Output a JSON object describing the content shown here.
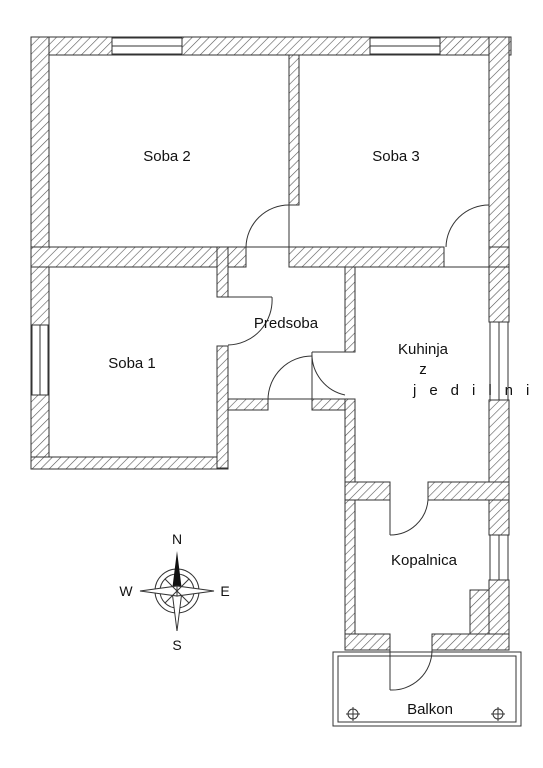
{
  "rooms": {
    "soba2": "Soba 2",
    "soba3": "Soba 3",
    "soba1": "Soba 1",
    "predsoba": "Predsoba",
    "kuhinja_line1": "Kuhinja",
    "kuhinja_line2": "z",
    "kuhinja_line3": "jedilni",
    "kopalnica": "Kopalnica",
    "balkon": "Balkon"
  },
  "compass": {
    "n": "N",
    "s": "S",
    "e": "E",
    "w": "W"
  },
  "colors": {
    "wall_stroke": "#333333",
    "hatch": "#555555",
    "background": "#ffffff"
  }
}
